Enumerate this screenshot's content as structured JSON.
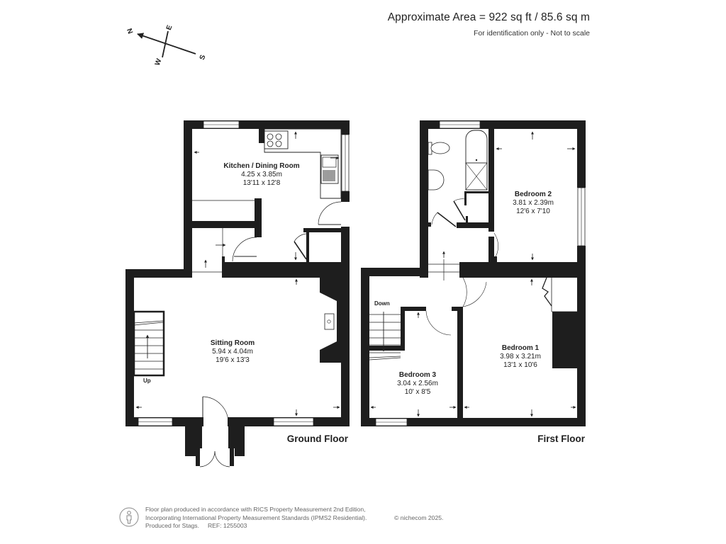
{
  "header": {
    "area_title": "Approximate Area = 922 sq ft / 85.6 sq m",
    "disclaimer": "For identification only - Not to scale"
  },
  "compass": {
    "icon": "compass-rose-icon",
    "n": "N",
    "e": "E",
    "s": "S",
    "w": "W"
  },
  "floors": [
    {
      "label": "Ground Floor",
      "stairs_label": "Up",
      "rooms": [
        {
          "name": "Kitchen / Dining Room",
          "metric": "4.25 x 3.85m",
          "imperial": "13'11 x 12'8"
        },
        {
          "name": "Sitting Room",
          "metric": "5.94 x 4.04m",
          "imperial": "19'6 x 13'3"
        }
      ]
    },
    {
      "label": "First Floor",
      "stairs_label": "Down",
      "rooms": [
        {
          "name": "Bedroom 2",
          "metric": "3.81 x 2.39m",
          "imperial": "12'6 x 7'10"
        },
        {
          "name": "Bedroom 1",
          "metric": "3.98 x 3.21m",
          "imperial": "13'1 x 10'6"
        },
        {
          "name": "Bedroom 3",
          "metric": "3.04 x 2.56m",
          "imperial": "10' x 8'5"
        }
      ]
    }
  ],
  "footer": {
    "line1": "Floor plan produced in accordance with RICS Property Measurement 2nd Edition,",
    "line2": "Incorporating International Property Measurement Standards (IPMS2 Residential).",
    "line3": "Produced for Stags.",
    "ref": "REF: 1255003",
    "copyright": "© nichecom 2025."
  },
  "colors": {
    "wall": "#1e1e1e",
    "background": "#ffffff",
    "text": "#222222",
    "footer_text": "#666666"
  }
}
